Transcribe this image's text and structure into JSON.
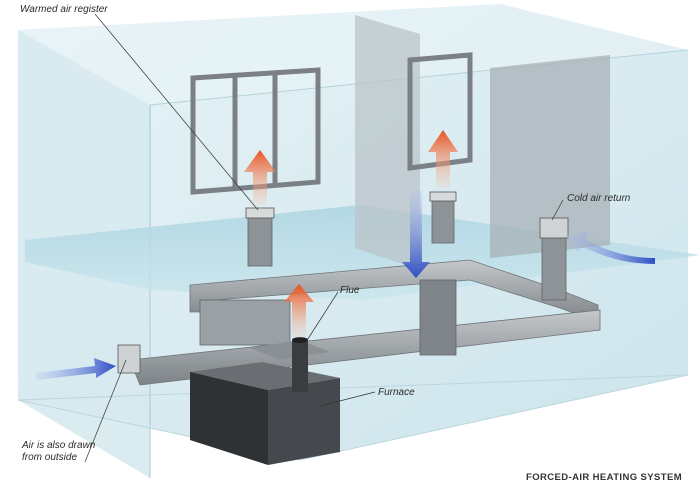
{
  "labels": {
    "warmed_air_register": "Warmed air register",
    "cold_air_return": "Cold air return",
    "flue": "Flue",
    "furnace": "Furnace",
    "outside_air_line1": "Air is also drawn",
    "outside_air_line2": "from outside"
  },
  "caption": "FORCED-AIR HEATING SYSTEM",
  "colors": {
    "warm_air_arrow": "#e8531f",
    "cold_air_arrow": "#2f4fc4",
    "glass_wall": "#cfe7ee",
    "floor_plane": "#b9dbe6",
    "duct": "#9aa0a4",
    "furnace": "#3f4246"
  },
  "icons": {
    "warm_arrow": "arrow-up-icon",
    "cold_arrow": "arrow-right-icon"
  }
}
